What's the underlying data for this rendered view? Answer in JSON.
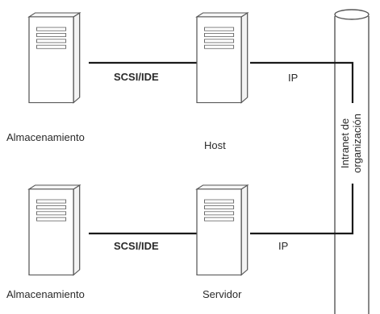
{
  "diagram": {
    "top_row": {
      "storage_label": "Almacenamiento",
      "server_label": "Host",
      "link_label": "SCSI/IDE",
      "network_label": "IP"
    },
    "bottom_row": {
      "storage_label": "Almacenamiento",
      "server_label": "Servidor",
      "link_label": "SCSI/IDE",
      "network_label": "IP"
    },
    "network": {
      "line1": "Intranet de",
      "line2": "organización"
    },
    "icons": {
      "storage": "server-tower-icon",
      "server": "server-tower-icon",
      "network": "network-cylinder-icon"
    },
    "colors": {
      "line": "#1a1a1a",
      "tower_fill": "#ffffff",
      "tower_stroke": "#555555"
    }
  }
}
